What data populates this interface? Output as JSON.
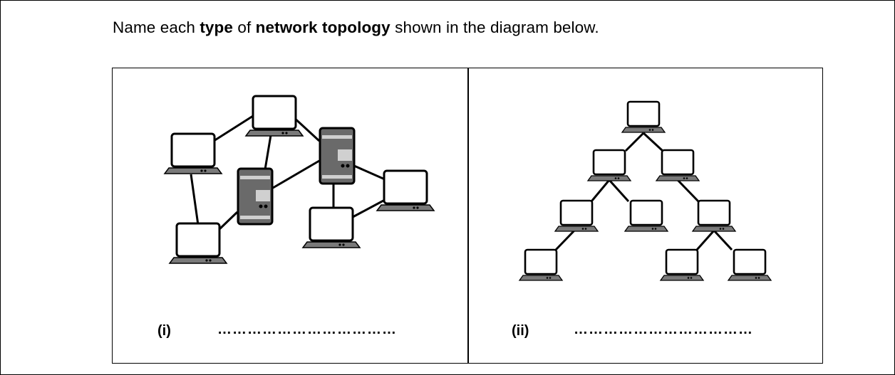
{
  "question": {
    "prefix": "Name each ",
    "bold1": "type",
    "mid": " of ",
    "bold2": "network topology",
    "suffix": " shown in the diagram below."
  },
  "panels": [
    {
      "label": "(i)",
      "answer_line": "………………………………"
    },
    {
      "label": "(ii)",
      "answer_line": "………………………………"
    }
  ]
}
